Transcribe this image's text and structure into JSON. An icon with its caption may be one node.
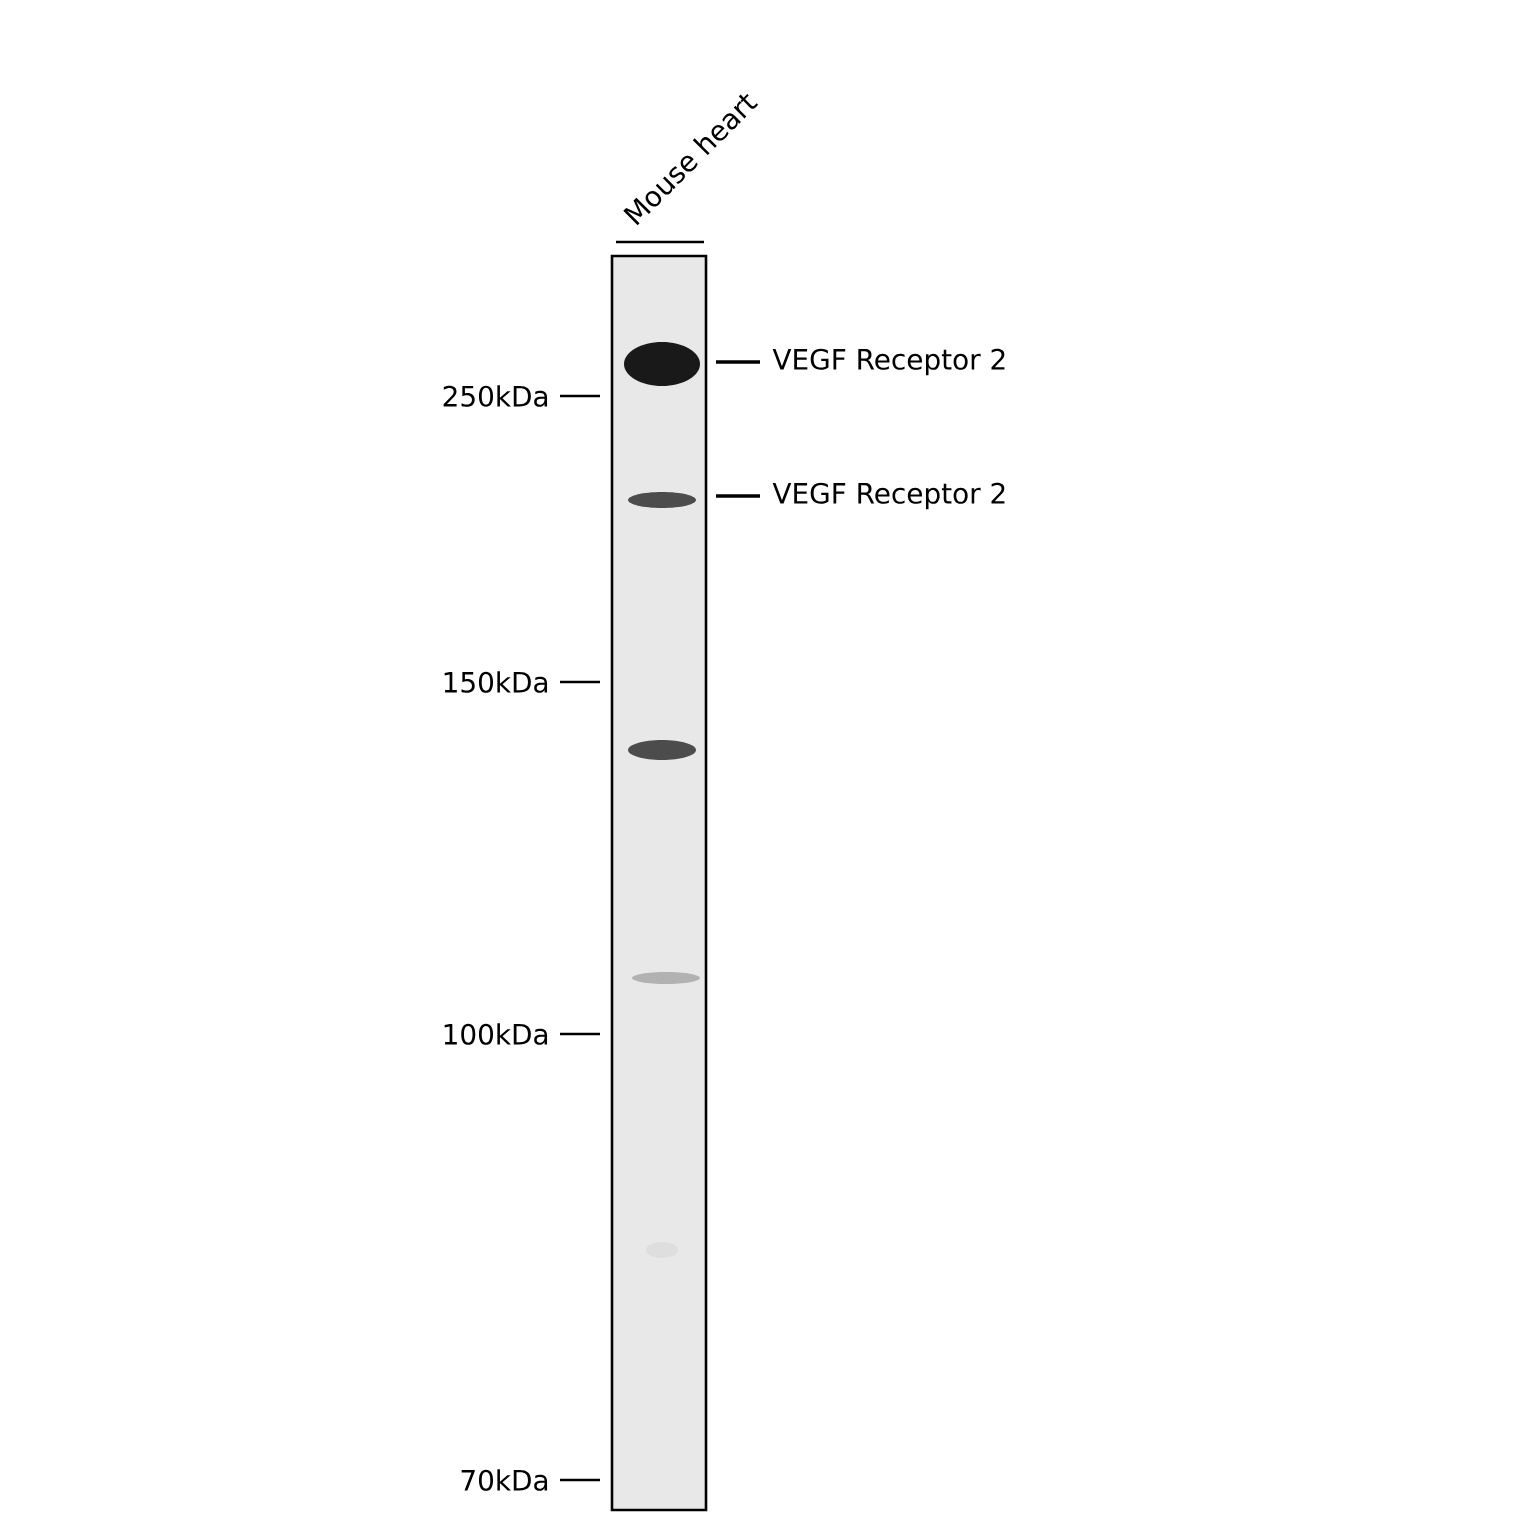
{
  "diagram": {
    "labels": [
      "Mouse heart",
      "VEGF Receptor 2",
      "250kDa",
      "VEGF Receptor 2",
      "150kDa",
      "100kDa",
      "70kDa"
    ]
  }
}
